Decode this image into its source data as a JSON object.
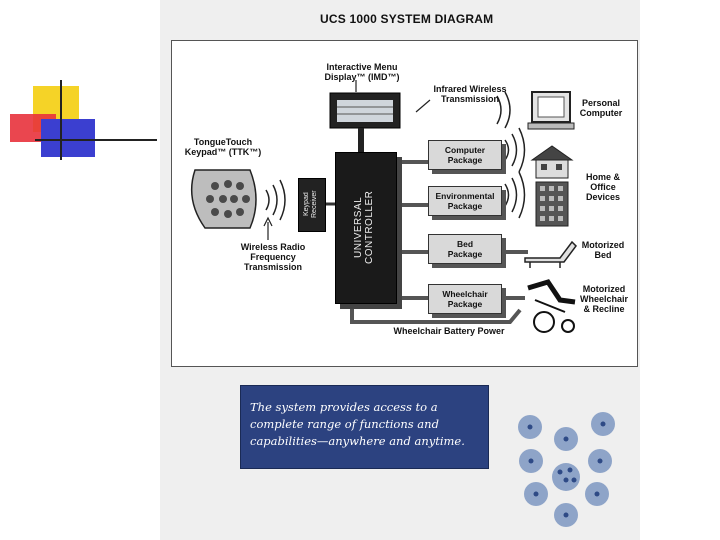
{
  "scan": {
    "title": "UCS 1000 SYSTEM DIAGRAM",
    "caption": "The system provides access to a complete range of functions and capabilities—anywhere and anytime."
  },
  "diagram": {
    "imd_label": "Interactive Menu\nDisplay™ (IMD™)",
    "infrared_label": "Infrared Wireless\nTransmission",
    "pc_label": "Personal\nComputer",
    "ttk_label": "TongueTouch\nKeypad™ (TTK™)",
    "receiver_label": "Keypad\nReceiver",
    "controller_label": "UNIVERSAL\nCONTROLLER",
    "radio_label": "Wireless Radio\nFrequency\nTransmission",
    "packages": [
      {
        "label": "Computer\nPackage",
        "device": "Personal\nComputer"
      },
      {
        "label": "Environmental\nPackage",
        "device": "Home &\nOffice\nDevices"
      },
      {
        "label": "Bed\nPackage",
        "device": "Motorized\nBed"
      },
      {
        "label": "Wheelchair\nPackage",
        "device": "Motorized\nWheelchair\n& Recline"
      }
    ],
    "battery_label": "Wheelchair Battery Power"
  },
  "colors": {
    "accent_yellow": "#f5d327",
    "accent_red": "#e8323c",
    "accent_blue": "#3b3fd0",
    "caption_bg": "#2c4280",
    "dot_outer": "#8ea4c8",
    "dot_inner": "#2e4a86"
  }
}
